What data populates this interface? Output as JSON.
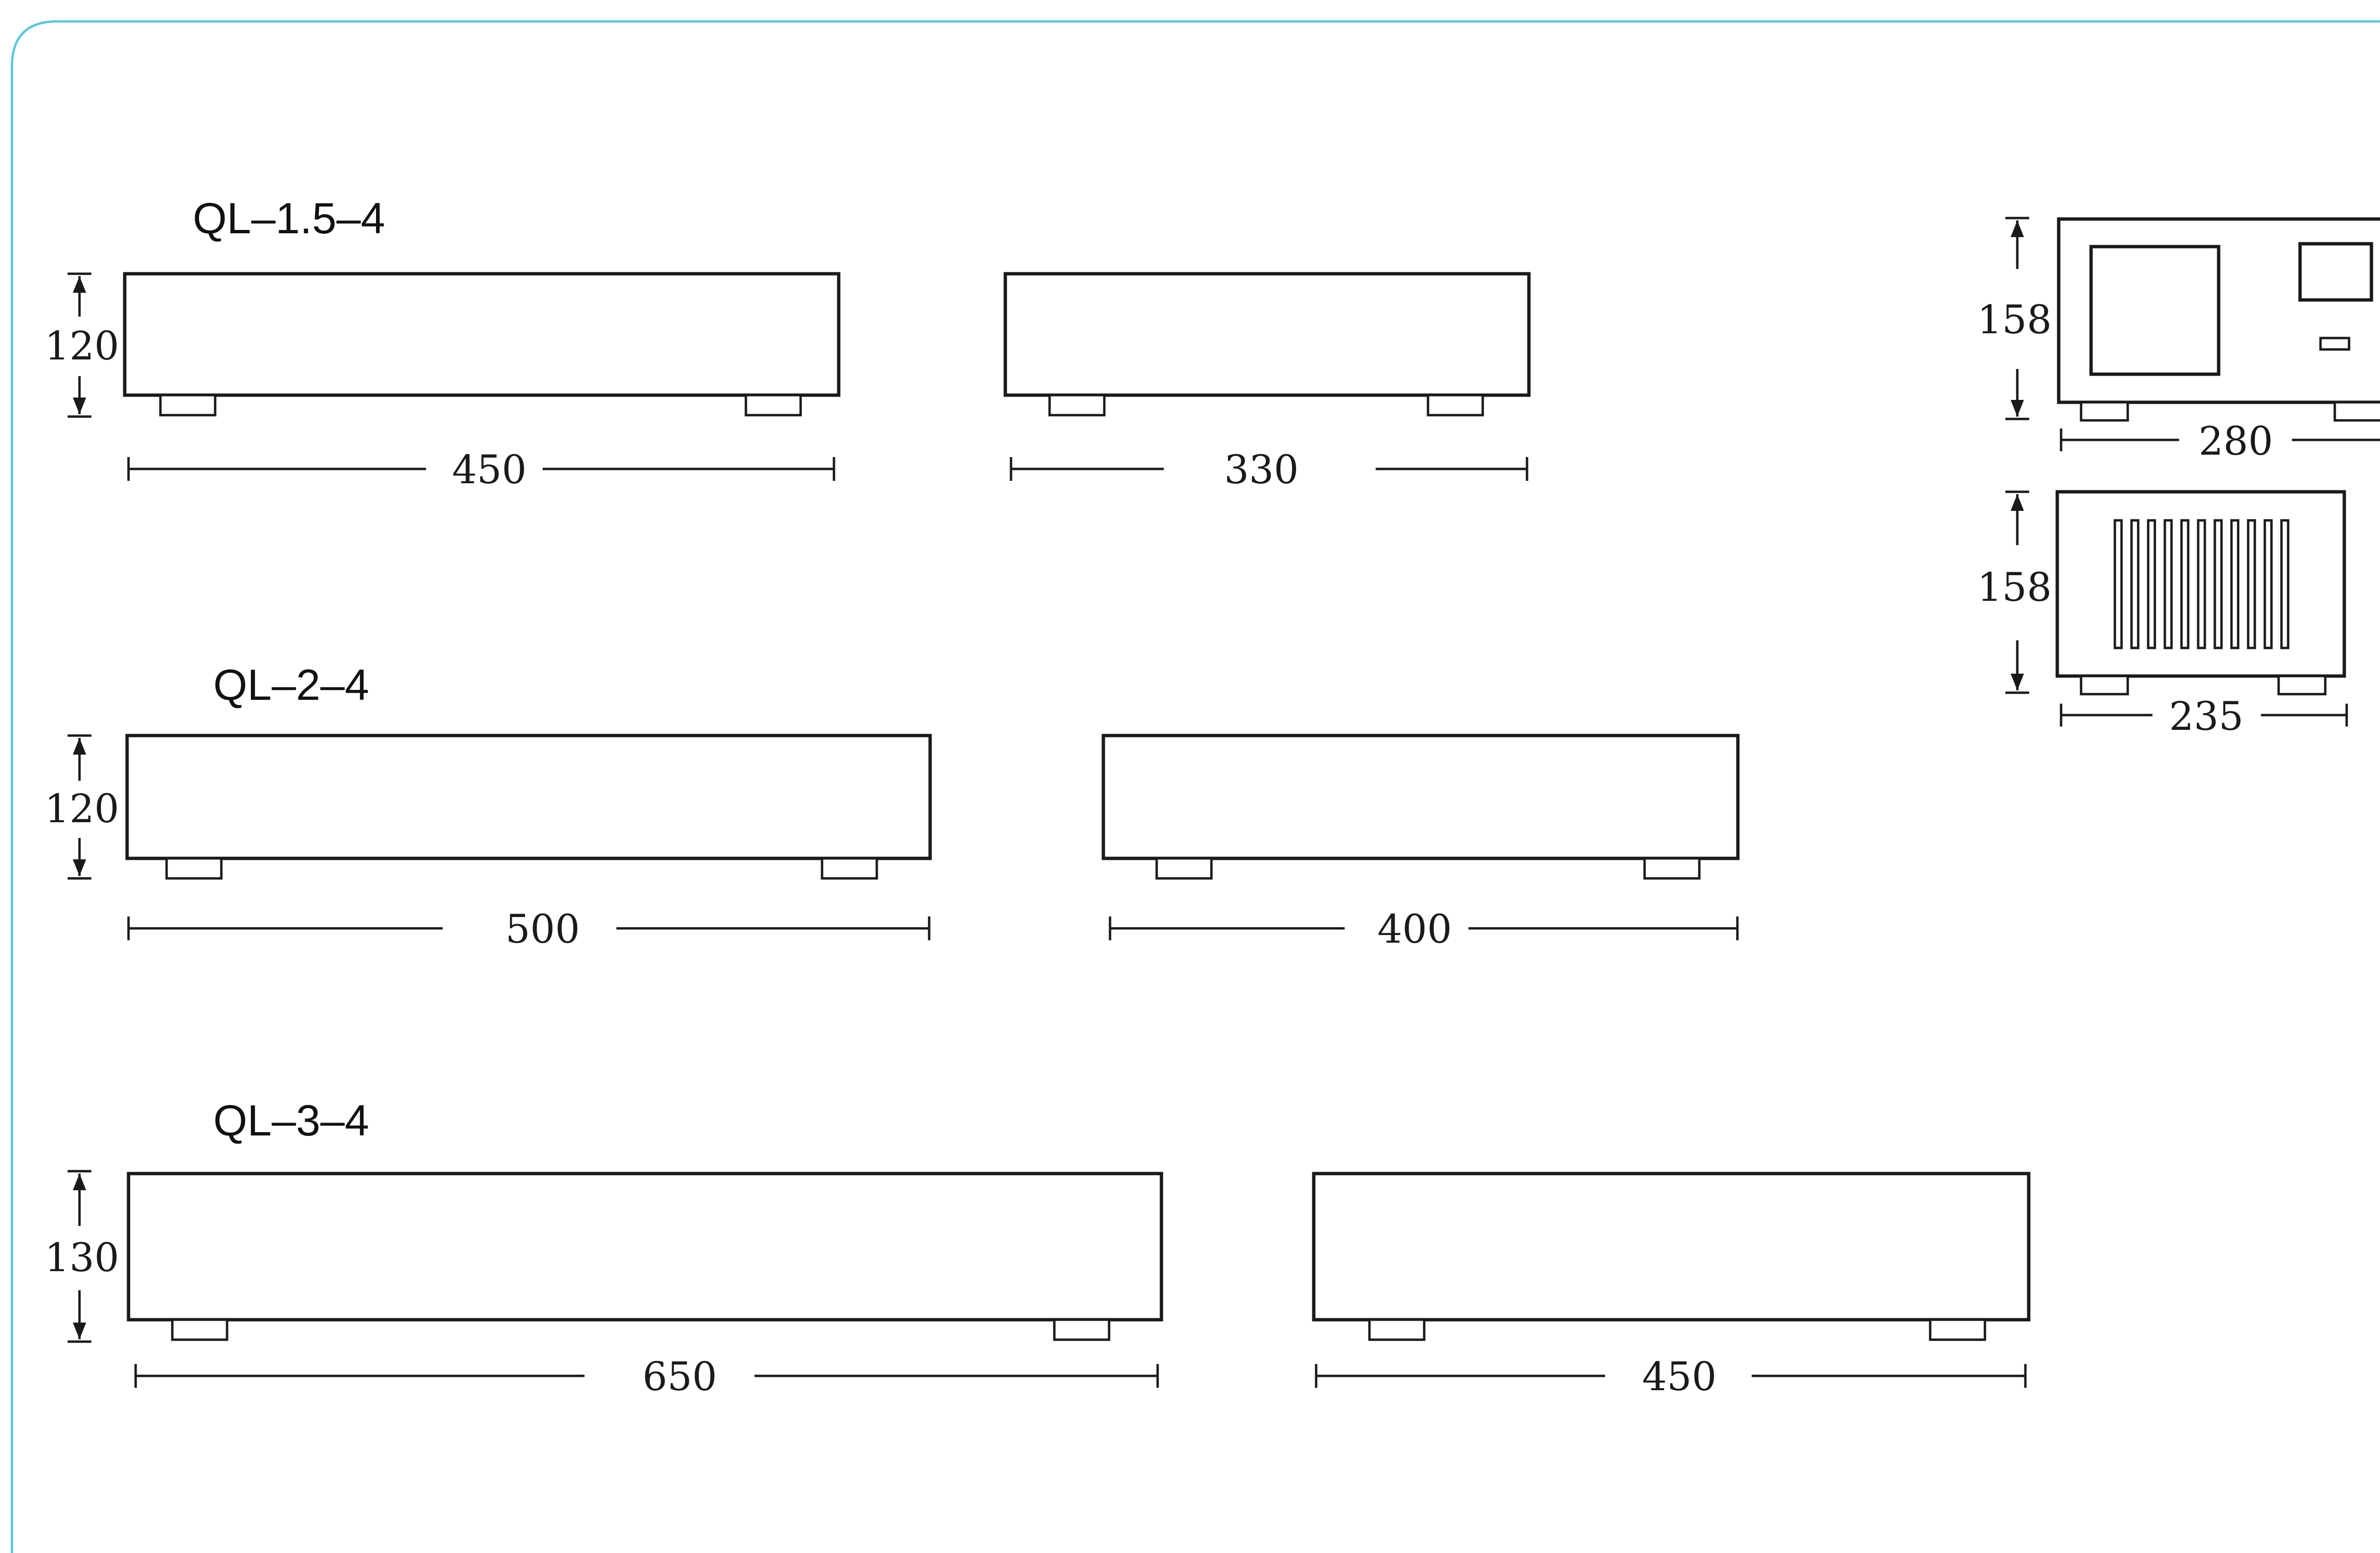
{
  "models": [
    {
      "name": "QL–1.5–4",
      "height": "120",
      "side_length": "450",
      "front_length": "330"
    },
    {
      "name": "QL–2–4",
      "height": "120",
      "side_length": "500",
      "front_length": "400"
    },
    {
      "name": "QL–3–4",
      "height": "130",
      "side_length": "650",
      "front_length": "450"
    }
  ],
  "detail_views": {
    "front": {
      "height": "158",
      "width": "280"
    },
    "side": {
      "height": "158",
      "width": "235"
    }
  },
  "colors": {
    "frame": "#5bc8e0",
    "ink": "#1a1a1a"
  }
}
